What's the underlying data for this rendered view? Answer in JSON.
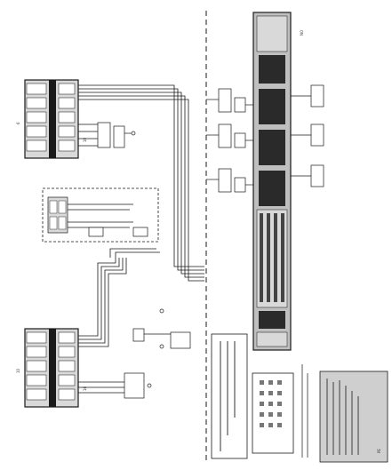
{
  "document": {
    "legible_text": [
      "6",
      "10",
      "16",
      "NO",
      "PE"
    ]
  },
  "terminal_blocks": [
    {
      "id": "top",
      "label_left": "6",
      "label_right": "10"
    },
    {
      "id": "bottom",
      "label_left": "10",
      "label_right": "16"
    }
  ],
  "relay_module": {
    "label": "NO"
  },
  "legend_panel": {
    "label": "PE"
  },
  "colors": {
    "ink": "#1a1a1a",
    "terminal_fill": "#d9d9d9",
    "module_body": "#bfbfbf",
    "module_dark": "#2a2a2a",
    "legend_fill": "#cfcfcf"
  }
}
